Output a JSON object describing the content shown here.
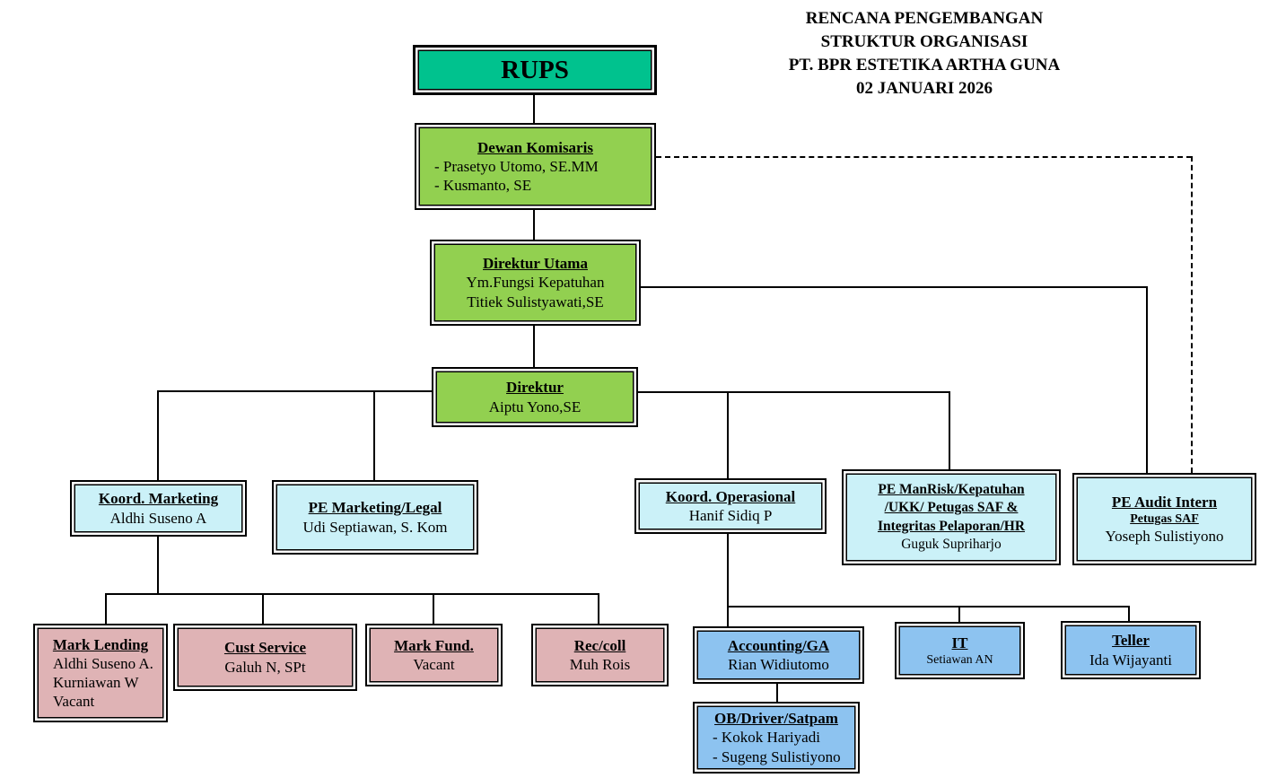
{
  "header": {
    "lines": [
      "RENCANA PENGEMBANGAN",
      "STRUKTUR ORGANISASI",
      "PT. BPR ESTETIKA ARTHA GUNA",
      "02 JANUARI 2026"
    ]
  },
  "colors": {
    "rups_fill": "#00c28e",
    "management_fill": "#92d050",
    "coordinator_fill": "#cbf1f8",
    "marketing_staff_fill": "#dfb3b5",
    "operations_staff_fill": "#8dc3f0",
    "line_color": "#000000"
  },
  "nodes": {
    "rups": {
      "title": "RUPS"
    },
    "dewan_komisaris": {
      "title": "Dewan Komisaris",
      "members": [
        "- Prasetyo Utomo, SE.MM",
        "- Kusmanto, SE"
      ]
    },
    "direktur_utama": {
      "title": "Direktur Utama",
      "subtitle": "Ym.Fungsi Kepatuhan",
      "name": "Titiek Sulistyawati,SE"
    },
    "direktur": {
      "title": "Direktur",
      "name": "Aiptu Yono,SE"
    },
    "koord_marketing": {
      "title": "Koord. Marketing",
      "name": "Aldhi Suseno A"
    },
    "pe_marketing_legal": {
      "title": "PE Marketing/Legal",
      "name": "Udi Septiawan, S. Kom"
    },
    "koord_operasional": {
      "title": "Koord. Operasional",
      "name": "Hanif Sidiq P"
    },
    "pe_manrisk": {
      "title_lines": [
        "PE ManRisk/Kepatuhan",
        "/UKK/ Petugas SAF &",
        "Integritas Pelaporan/HR"
      ],
      "name": "Guguk Supriharjo"
    },
    "pe_audit_intern": {
      "title": "PE Audit Intern",
      "subtitle": "Petugas SAF",
      "name": "Yoseph Sulistiyono"
    },
    "mark_lending": {
      "title": "Mark Lending",
      "members": [
        "Aldhi Suseno A.",
        "Kurniawan W",
        "Vacant"
      ]
    },
    "cust_service": {
      "title": "Cust Service",
      "name": "Galuh N, SPt"
    },
    "mark_fund": {
      "title": "Mark Fund.",
      "name": "Vacant"
    },
    "rec_coll": {
      "title": "Rec/coll",
      "name": "Muh Rois"
    },
    "accounting_ga": {
      "title": "Accounting/GA",
      "name": "Rian Widiutomo"
    },
    "it": {
      "title": "IT",
      "name": "Setiawan AN"
    },
    "teller": {
      "title": "Teller",
      "name": "Ida Wijayanti"
    },
    "ob_driver_satpam": {
      "title": "OB/Driver/Satpam",
      "members": [
        "- Kokok Hariyadi",
        "- Sugeng Sulistiyono"
      ]
    }
  }
}
